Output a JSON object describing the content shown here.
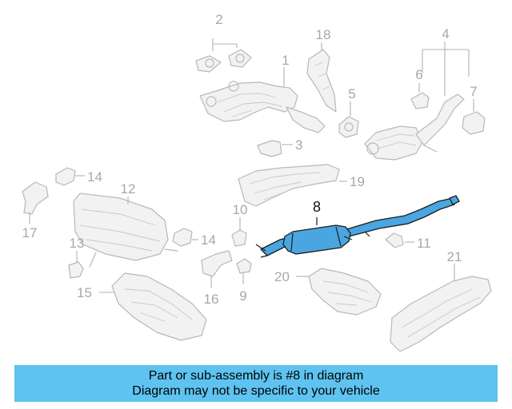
{
  "callouts": {
    "c1": "1",
    "c2": "2",
    "c3": "3",
    "c4": "4",
    "c5": "5",
    "c6": "6",
    "c7": "7",
    "c8": "8",
    "c9": "9",
    "c10": "10",
    "c11": "11",
    "c12": "12",
    "c13": "13",
    "c14a": "14",
    "c14b": "14",
    "c15": "15",
    "c16": "16",
    "c17": "17",
    "c18": "18",
    "c19": "19",
    "c20": "20",
    "c21": "21"
  },
  "highlighted_part": "8",
  "colors": {
    "highlight": "#4aa6e0",
    "banner": "#5ec3f0",
    "parts": "#b8b8b8"
  },
  "banner": {
    "line1": "Part or sub-assembly is #8 in diagram",
    "line2": "Diagram may not be specific to your vehicle"
  }
}
